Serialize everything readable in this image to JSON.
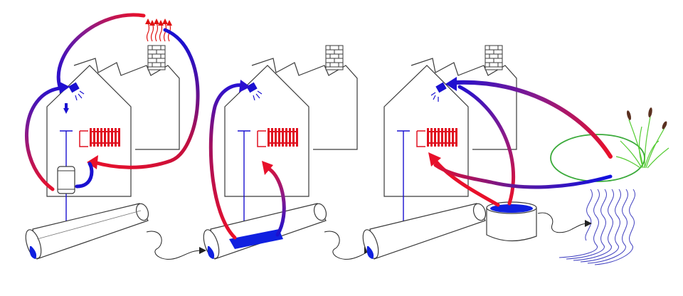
{
  "figure": {
    "panel_count": 3,
    "colors": {
      "outline": "#3a3a3a",
      "hot": "#e8102a",
      "cold": "#1a10d0",
      "water": "#1020e0",
      "radiator": "#e01020",
      "pond_rim": "#3aaa3a",
      "reeds": "#55cc33",
      "cattail": "#5a3020",
      "stream": "#4040c0",
      "smoke": "#e01010"
    },
    "icons": [
      "house-outline",
      "factory-roof",
      "chimney",
      "radiator",
      "boiler-tank",
      "sewer-pipe",
      "cooling-pond",
      "reed-plant",
      "wavy-stream",
      "flow-arrow",
      "smoke-arrows"
    ]
  }
}
